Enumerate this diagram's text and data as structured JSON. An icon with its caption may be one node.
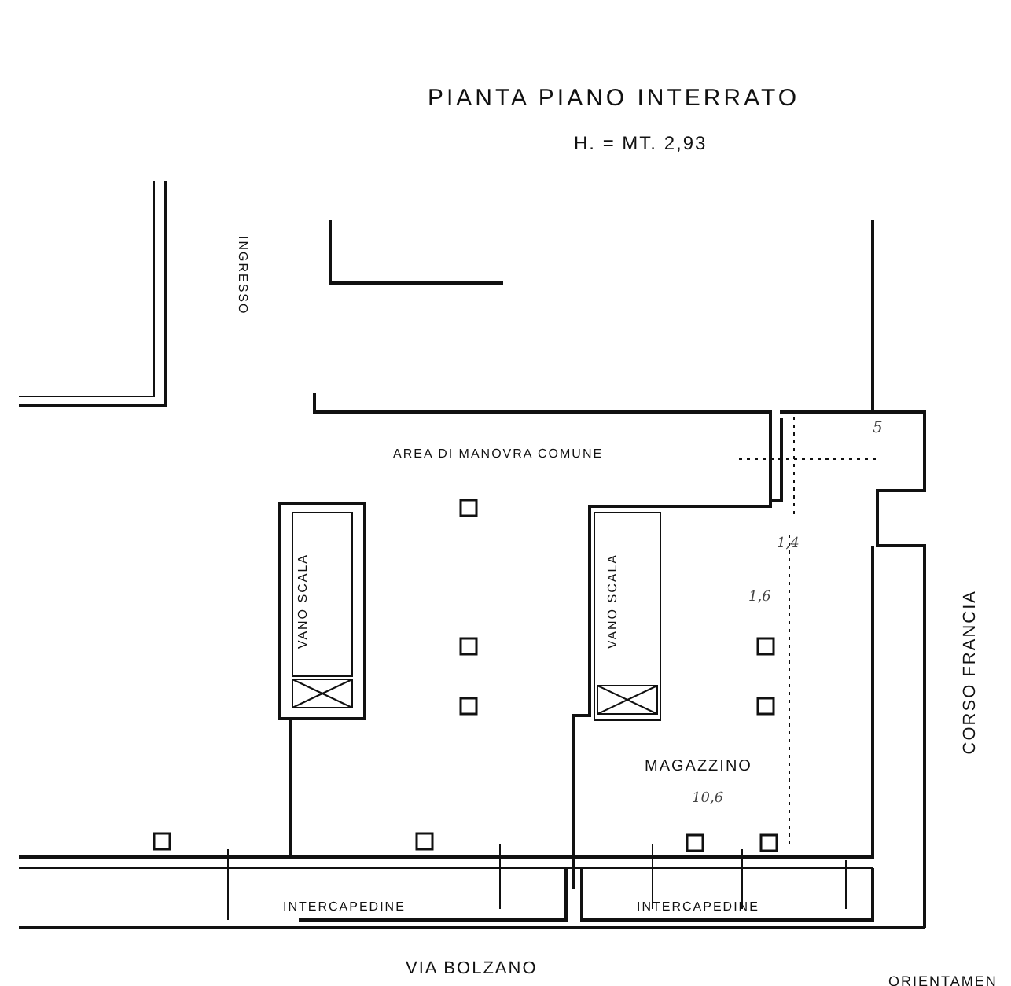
{
  "diagram": {
    "title": "PIANTA PIANO INTERRATO",
    "labels": [
      "H. = MT. 2,93",
      "INGRESSO",
      "AREA DI MANOVRA COMUNE",
      "5",
      "VANO SCALA",
      "VANO SCALA",
      "1,4",
      "1,6",
      "MAGAZZINO",
      "10,6",
      "CORSO FRANCIA",
      "INTERCAPEDINE",
      "INTERCAPEDINE",
      "VIA BOLZANO",
      "ORIENTAMEN"
    ]
  }
}
